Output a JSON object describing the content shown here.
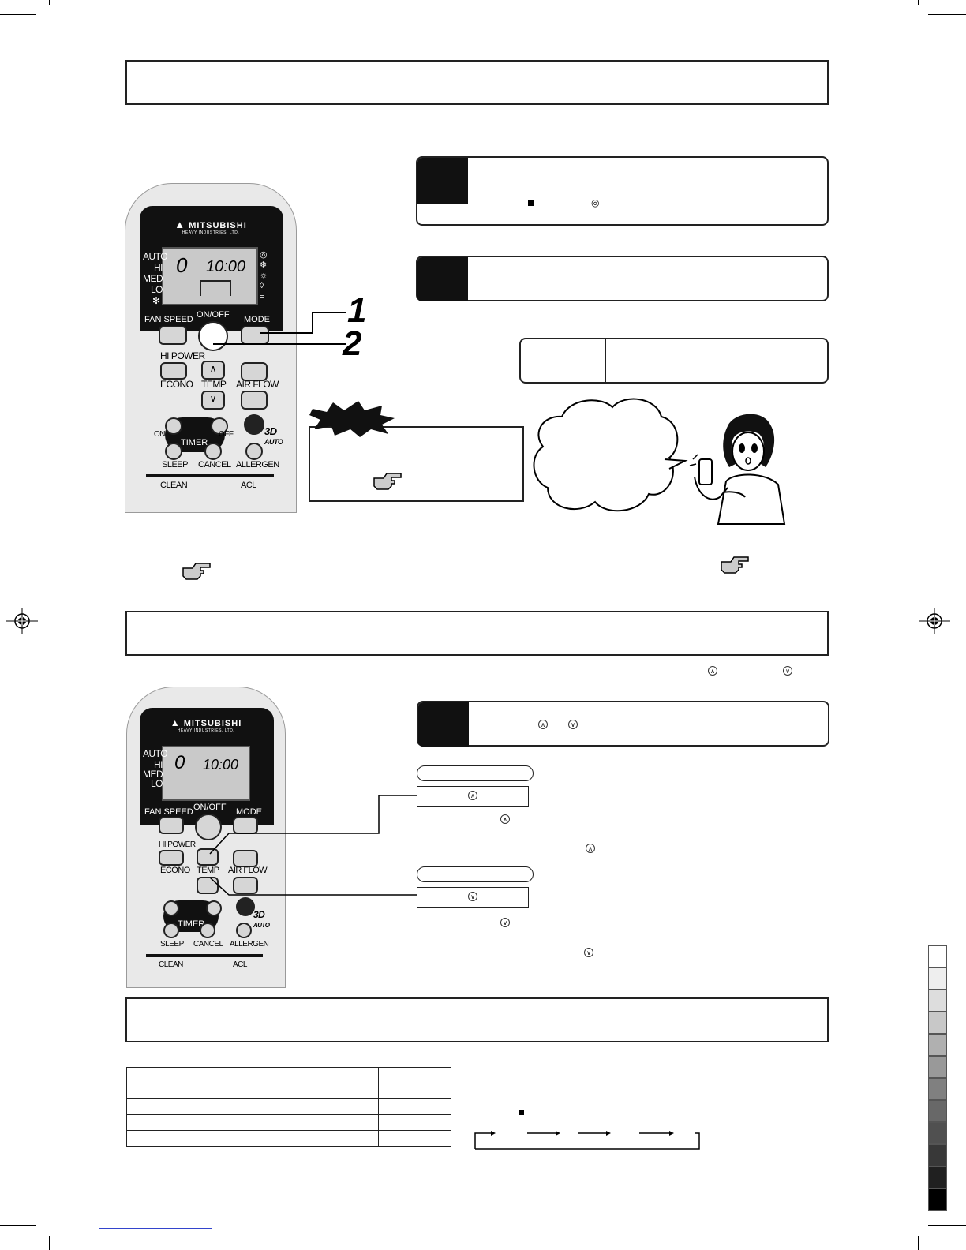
{
  "remote_labels": {
    "brand": "MITSUBISHI",
    "brand_sub": "HEAVY INDUSTRIES, LTD.",
    "lcd_time": "10:00",
    "lcd_temp": "0",
    "fan_auto": "AUTO",
    "fan_hi": "HI",
    "fan_med": "MED",
    "fan_lo": "LO",
    "fan_speed": "FAN SPEED",
    "on_off": "ON/OFF",
    "mode": "MODE",
    "hi_power": "HI POWER",
    "econo": "ECONO",
    "temp": "TEMP",
    "air_flow": "AIR FLOW",
    "timer": "TIMER",
    "timer_on": "ON",
    "timer_off": "OFF",
    "auto_3d_big": "3D",
    "auto_3d_small": "AUTO",
    "sleep": "SLEEP",
    "cancel": "CANCEL",
    "allergen": "ALLERGEN",
    "clean": "CLEAN",
    "acl": "ACL"
  },
  "callouts": {
    "step1": "1",
    "step2": "2"
  },
  "colors": {
    "dark": "#111111",
    "lcd": "#c9c9c9",
    "remote_body": "#e9e9e9",
    "button": "#d6d6d6"
  },
  "grayscale_swatches": [
    "#ffffff",
    "#eeeeee",
    "#dddddd",
    "#c8c8c8",
    "#b0b0b0",
    "#999999",
    "#808080",
    "#686868",
    "#505050",
    "#383838",
    "#202020",
    "#000000"
  ]
}
